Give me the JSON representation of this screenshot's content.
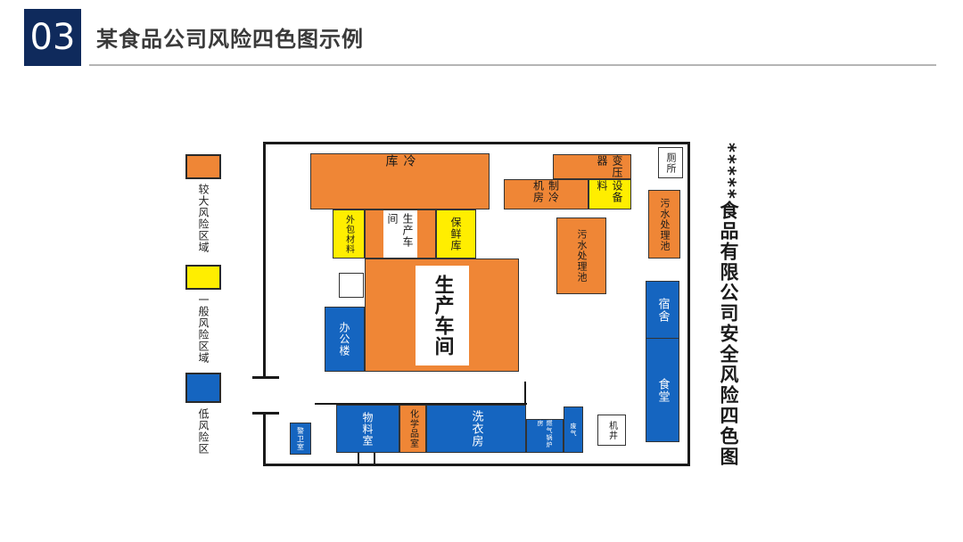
{
  "header": {
    "number": "03",
    "title": "某食品公司风险四色图示例"
  },
  "legend": {
    "high": {
      "label": "较大风险区域",
      "color": "#ef8636"
    },
    "general": {
      "label": "一般风险区域",
      "color": "#ffee00"
    },
    "low": {
      "label": "低风险区",
      "color": "#1565c0"
    }
  },
  "map_title": "*****食品有限公司安全风险四色图",
  "areas": {
    "cold_storage": "冷 库",
    "transformer": "变压器",
    "equipment_material": "设备料",
    "refrigeration_room": "制冷机房",
    "toilet": "厕所",
    "sewage_pool_right": "污水处理池",
    "sewage_pool_mid": "污水处理池",
    "outer_packaging": "外包材料",
    "production_workshop_small": "生产车间",
    "fresh_storage": "保鲜库",
    "production_workshop_main": "生产车间",
    "office_building": "办公楼",
    "dormitory": "宿舍",
    "canteen": "食堂",
    "material_room": "物料室",
    "chemical_room": "化学品室",
    "laundry_room": "洗衣房",
    "boiler_room": "燃气锅炉房",
    "gas_room": "废气",
    "well": "机井",
    "guard_room": "警卫室"
  }
}
